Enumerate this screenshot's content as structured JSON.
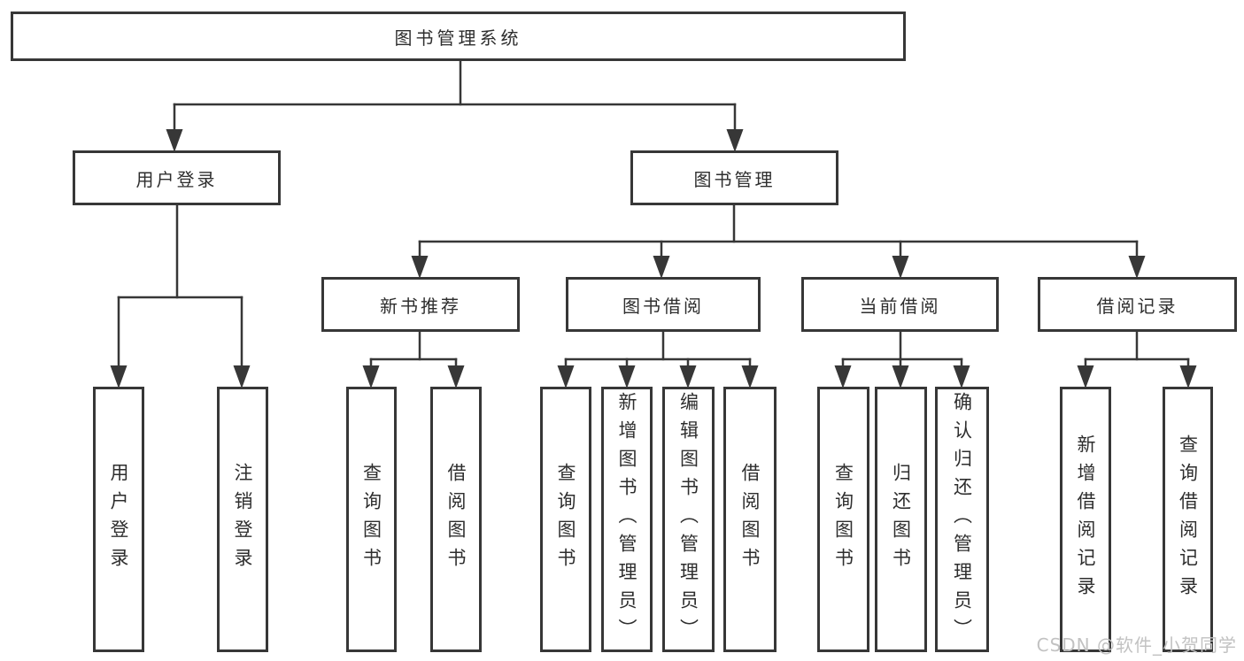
{
  "diagram": {
    "title": "图书管理系统",
    "nodes": {
      "root": "图书管理系统",
      "user_login": "用户登录",
      "book_mgmt": "图书管理",
      "new_book_rec": "新书推荐",
      "book_borrow": "图书借阅",
      "current_borrow": "当前借阅",
      "borrow_records": "借阅记录",
      "leaf_user_login": "用户登录",
      "leaf_logout": "注销登录",
      "leaf_rec_query": "查询图书",
      "leaf_rec_borrow": "借阅图书",
      "leaf_bb_query": "查询图书",
      "leaf_bb_add": "新增图书（管理员）",
      "leaf_bb_edit": "编辑图书（管理员）",
      "leaf_bb_borrow": "借阅图书",
      "leaf_cb_query": "查询图书",
      "leaf_cb_return": "归还图书",
      "leaf_cb_confirm": "确认归还（管理员）",
      "leaf_br_add": "新增借阅记录",
      "leaf_br_query": "查询借阅记录"
    }
  },
  "watermark": "CSDN @软件_小贺同学",
  "colors": {
    "line": "#373737",
    "text": "#2e2e2e",
    "watermark": "#c2c2c2",
    "background": "#ffffff"
  }
}
